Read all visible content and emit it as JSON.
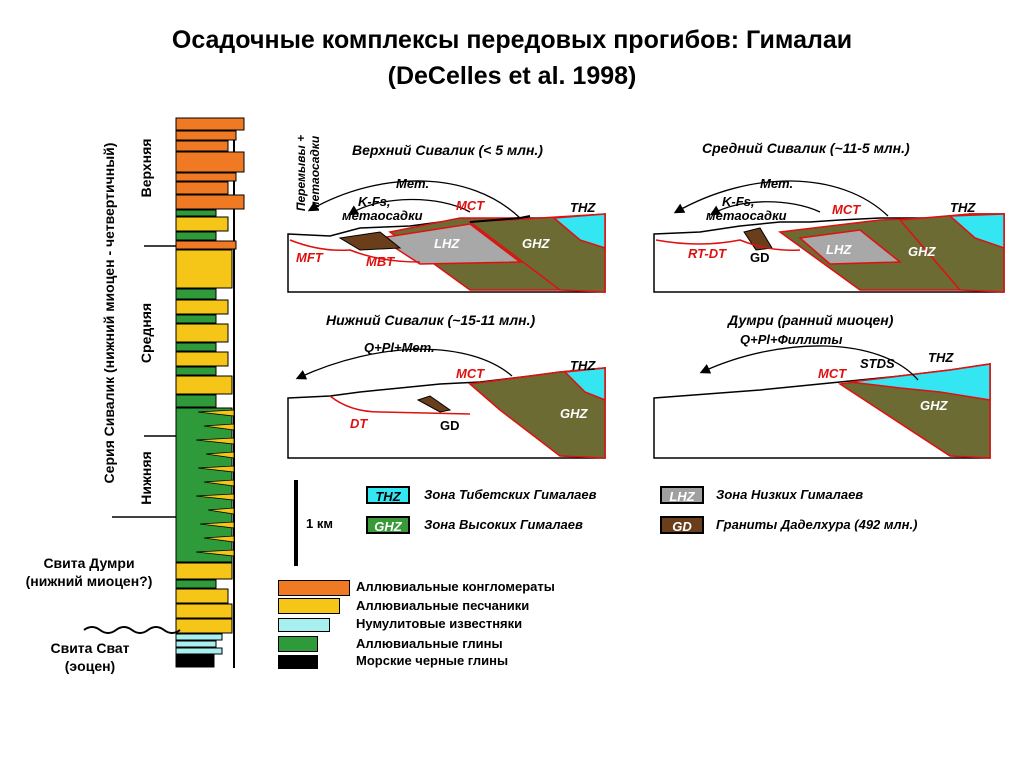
{
  "title": {
    "line1": "Осадочные комплексы передовых прогибов: Гималаи",
    "line2": "(DeCelles et al. 1998)"
  },
  "column": {
    "series_label": "Серия Сивалик (нижний миоцен - четвертичный)",
    "upper": "Верхняя",
    "middle": "Средняя",
    "lower": "Нижняя",
    "dumri": "Свита Думри\n(нижний миоцен?)",
    "dumri_line1": "Свита Думри",
    "dumri_line2": "(нижний миоцен?)",
    "svat_line1": "Свита Сват",
    "svat_line2": "(эоцен)"
  },
  "panels": {
    "upper_sivalik": {
      "title": "Верхний Сивалик (< 5 млн.)",
      "side_label_1": "Перемывы +",
      "side_label_2": "метаосадки",
      "met": "Мет.",
      "kfs": "K-Fs,",
      "metaosadki": "метаосадки",
      "mct": "MCT",
      "thz": "THZ",
      "mft": "MFT",
      "mbt": "MBT",
      "lhz": "LHZ",
      "ghz": "GHZ"
    },
    "middle_sivalik": {
      "title": "Средний Сивалик (~11-5 млн.)",
      "met": "Мет.",
      "kfs": "K-Fs,",
      "metaosadki": "метаосадки",
      "mct": "MCT",
      "thz": "THZ",
      "rtdt": "RT-DT",
      "gd": "GD",
      "lhz": "LHZ",
      "ghz": "GHZ"
    },
    "lower_sivalik": {
      "title": "Нижний Сивалик (~15-11 млн.)",
      "source": "Q+Pl+Мет.",
      "mct": "MCT",
      "thz": "THZ",
      "dt": "DT",
      "gd": "GD",
      "ghz": "GHZ"
    },
    "dumri": {
      "title": "Думри (ранний миоцен)",
      "source": "Q+Pl+Филлиты",
      "stds": "STDS",
      "thz": "THZ",
      "mct": "MCT",
      "ghz": "GHZ"
    }
  },
  "scale_bar": "1 км",
  "zone_legend": [
    {
      "code": "THZ",
      "text": "Зона Тибетских Гималаев",
      "color": "#33e6f2"
    },
    {
      "code": "GHZ",
      "text": "Зона Высоких Гималаев",
      "color": "#3a9a3a"
    },
    {
      "code": "LHZ",
      "text": "Зона Низких Гималаев",
      "color": "#a0a0a0"
    },
    {
      "code": "GD",
      "text": "Граниты Даделхура (492 млн.)",
      "color": "#6b3e1b"
    }
  ],
  "lith_legend": [
    {
      "text": "Аллювиальные конгломераты",
      "color": "#f07a24"
    },
    {
      "text": "Аллювиальные песчаники",
      "color": "#f5c518"
    },
    {
      "text": "Нумулитовые известняки",
      "color": "#a8f0f0"
    },
    {
      "text": "Аллювиальные глины",
      "color": "#2e9a3a"
    },
    {
      "text": "Морские черные глины",
      "color": "#000000"
    }
  ],
  "colors": {
    "conglomerate": "#f07a24",
    "sandstone": "#f5c518",
    "limestone": "#a8f0f0",
    "clay": "#2e9a3a",
    "black_shale": "#000000",
    "ghz_panel": "#6b6b33",
    "thz_panel": "#33e6f2",
    "lhz_panel": "#a8a8a8",
    "gd_panel": "#6b3e1b",
    "fault_red": "#e01010"
  }
}
